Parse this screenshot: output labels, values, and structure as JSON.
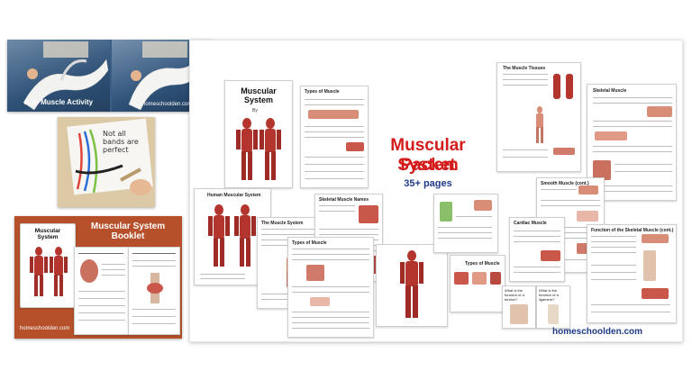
{
  "left_panel": {
    "arm_activity": {
      "caption": "Arm Muscle Activity",
      "site": "homeschoolden.com"
    },
    "bands_photo": {
      "note": "Not all bands are perfect"
    },
    "booklet": {
      "title": "Muscular System Booklet",
      "cover_title": "Muscular System",
      "site": "homeschoolden.com"
    }
  },
  "packet": {
    "title_line1": "Muscular System",
    "title_line2": "Packet",
    "pages": "35+ pages",
    "site": "homeschoolden.com",
    "cover_title": "Muscular System",
    "cover_by": "By",
    "sheets": {
      "types_of_muscle": "Types of Muscle",
      "human_muscular_system": "Human Muscular System",
      "the_muscle_system": "The Muscle System",
      "skeletal_muscle_names": "Skeletal Muscle Names",
      "types_of_muscle_2": "Types of Muscle",
      "the_muscle_tissues": "The Muscle Tissues",
      "skeletal_muscle": "Skeletal Muscle",
      "smooth_muscle": "Smooth Muscle (cont.)",
      "cardiac_muscle": "Cardiac Muscle",
      "function_skeletal": "Function of the Skeletal Muscle (cont.)",
      "tendon_q": "What is the function of a tendon?",
      "ligament_q": "What is the function of a ligament?"
    }
  },
  "colors": {
    "title_red": "#d41c1c",
    "pages_blue": "#1e3a8a",
    "booklet_bg": "#b5502b",
    "muscle_red": "#b3352d"
  }
}
